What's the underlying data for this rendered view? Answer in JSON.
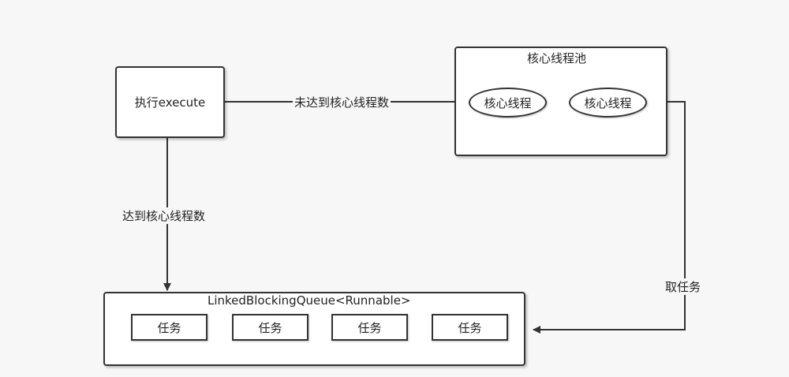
{
  "execute_box": {
    "label": "执行execute"
  },
  "pool": {
    "title": "核心线程池",
    "threads": [
      "核心线程",
      "核心线程"
    ]
  },
  "queue": {
    "title": "LinkedBlockingQueue<Runnable>",
    "tasks": [
      "任务",
      "任务",
      "任务",
      "任务"
    ]
  },
  "edges": {
    "not_reached": "未达到核心线程数",
    "reached": "达到核心线程数",
    "take_task": "取任务"
  }
}
